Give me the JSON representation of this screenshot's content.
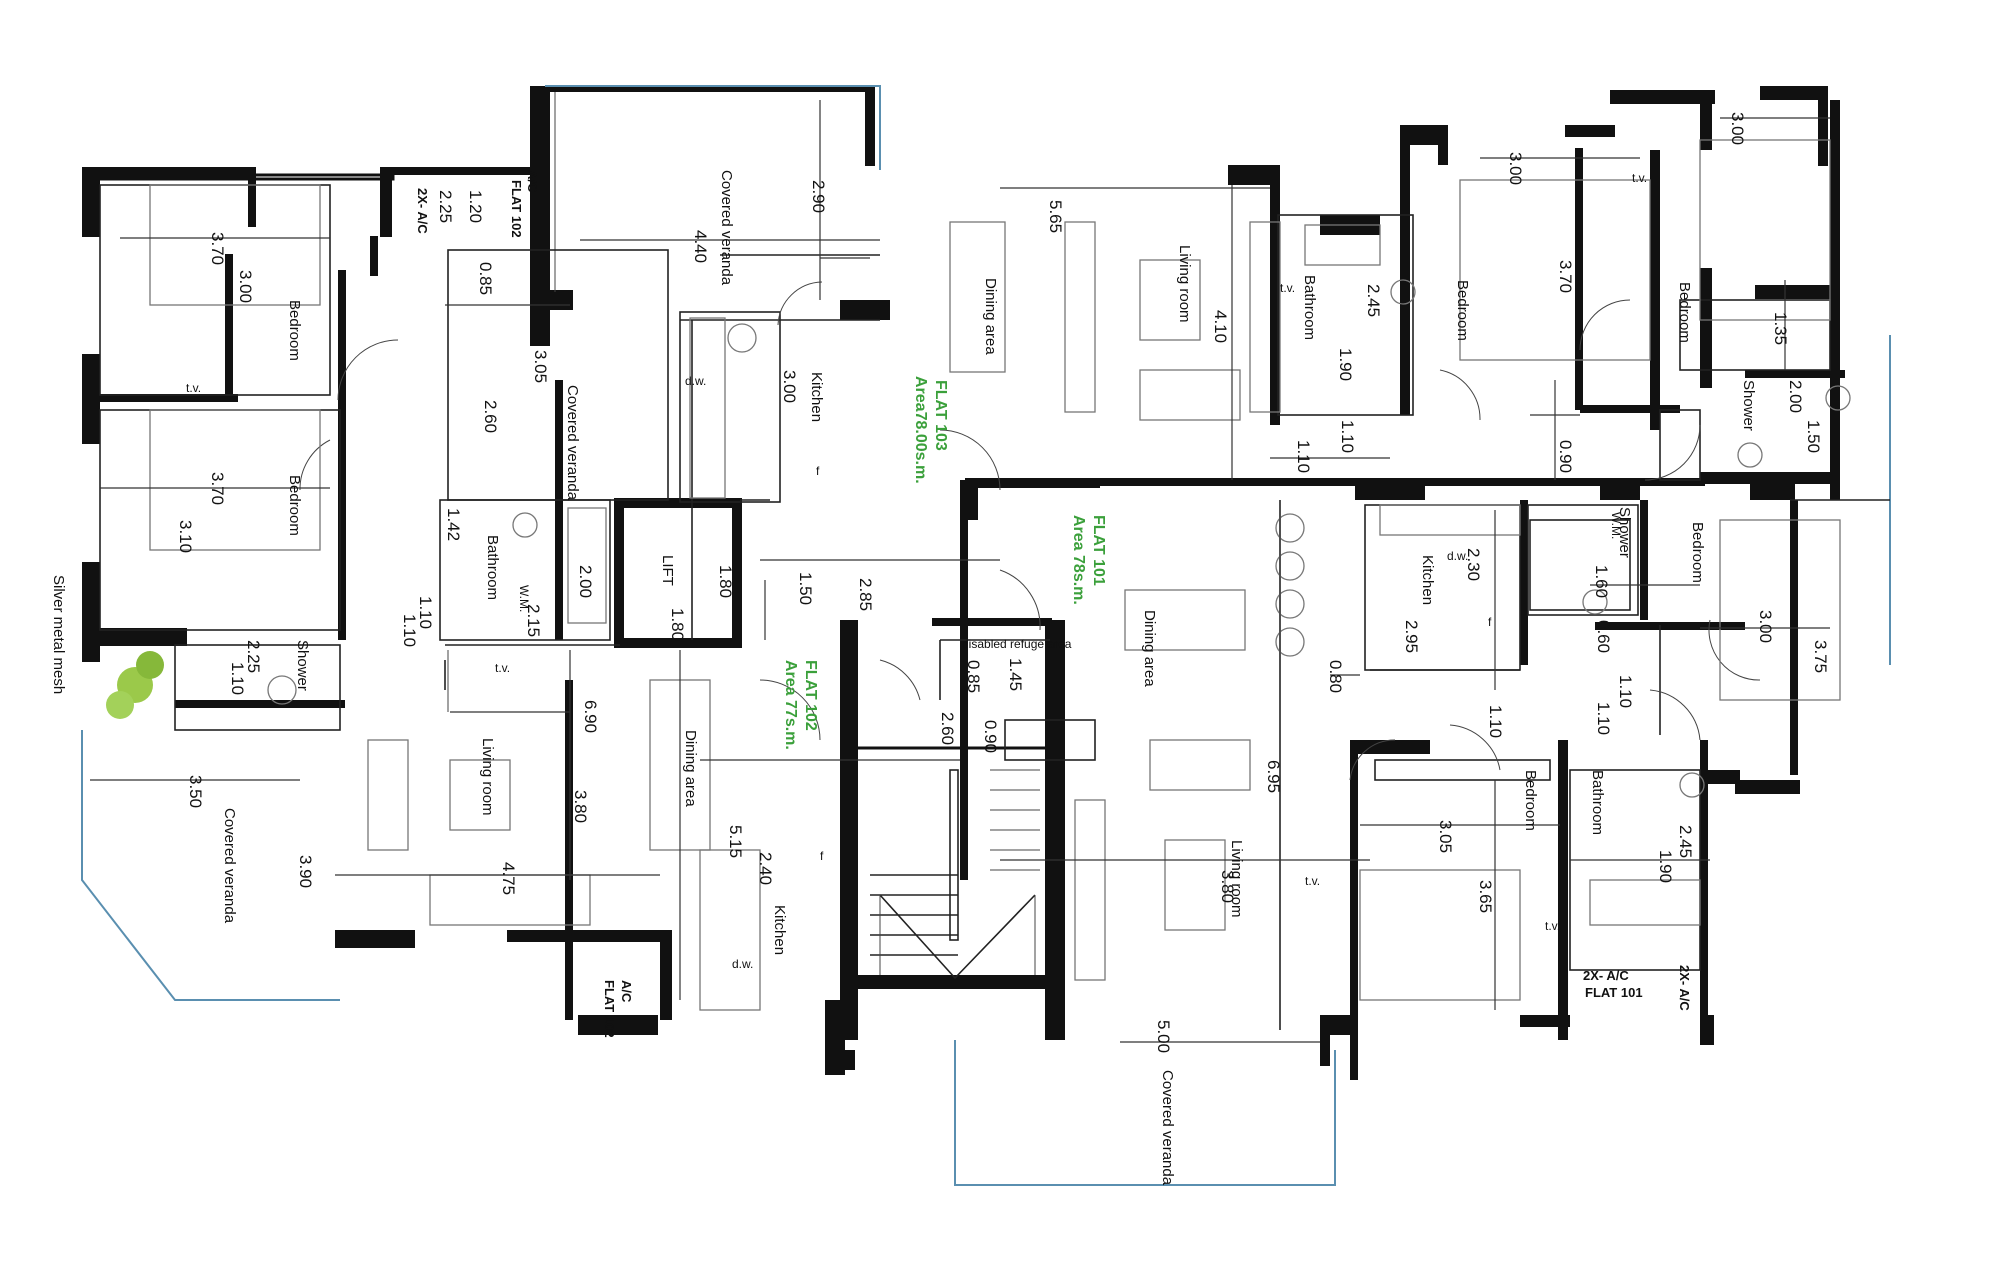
{
  "labels": {
    "covered_veranda": "Covered veranda",
    "bedroom": "Bedroom",
    "living_room": "Living room",
    "dining_area": "Dining area",
    "kitchen": "Kitchen",
    "bathroom": "Bathroom",
    "shower": "Shower",
    "lift": "LIFT",
    "silver_mesh": "Silver metal mesh",
    "disabled_refuge": "disabled refuge area",
    "tv": "t.v.",
    "wm": "W.M.",
    "dw": "d.w.",
    "ac_2x": "2X- A/C",
    "ac": "A/C",
    "f": "f"
  },
  "flats": {
    "f101": {
      "name": "FLAT 101",
      "area": "Area 78s.m."
    },
    "f102": {
      "name": "FLAT 102",
      "area": "Area 77s.m."
    },
    "f103": {
      "name": "FLAT 103",
      "area": "Area78.00s.m."
    }
  },
  "ac_tags": {
    "f102_top": "FLAT 102",
    "f102_bottom": "FLAT 102",
    "f101_bottom": "FLAT 101"
  },
  "dims": {
    "d370a": "3.70",
    "d300a": "3.00",
    "d225a": "2.25",
    "d120": "1.20",
    "d085a": "0.85",
    "d440": "4.40",
    "d290": "2.90",
    "d565": "5.65",
    "d305a": "3.05",
    "d260a": "2.60",
    "d300k": "3.00",
    "d370b": "3.70",
    "d310": "3.10",
    "d142": "1.42",
    "d215": "2.15",
    "d200b": "2.00",
    "d110a": "1.10",
    "d110b": "1.10",
    "d180a": "1.80",
    "d180b": "1.80",
    "d150": "1.50",
    "d285": "2.85",
    "d225b": "2.25",
    "d110c": "1.10",
    "d690": "6.90",
    "d350": "3.50",
    "d390": "3.90",
    "d380a": "3.80",
    "d475": "4.75",
    "d515": "5.15",
    "d240": "2.40",
    "d085b": "0.85",
    "d145": "1.45",
    "d260b": "2.60",
    "d090a": "0.90",
    "d410": "4.10",
    "d245a": "2.45",
    "d190a": "1.90",
    "d110d": "1.10",
    "d110e": "1.10",
    "d300b": "3.00",
    "d370c": "3.70",
    "d090b": "0.90",
    "d300c": "3.00",
    "d135": "1.35",
    "d200c": "2.00",
    "d150b": "1.50",
    "d230": "2.30",
    "d295": "2.95",
    "d080": "0.80",
    "d160": "1.60",
    "d060": "0.60",
    "d110f": "1.10",
    "d110g": "1.10",
    "d110h": "1.10",
    "d300d": "3.00",
    "d375": "3.75",
    "d695": "6.95",
    "d380b": "3.80",
    "d305b": "3.05",
    "d365": "3.65",
    "d245b": "2.45",
    "d190b": "1.90",
    "d500": "5.00"
  }
}
